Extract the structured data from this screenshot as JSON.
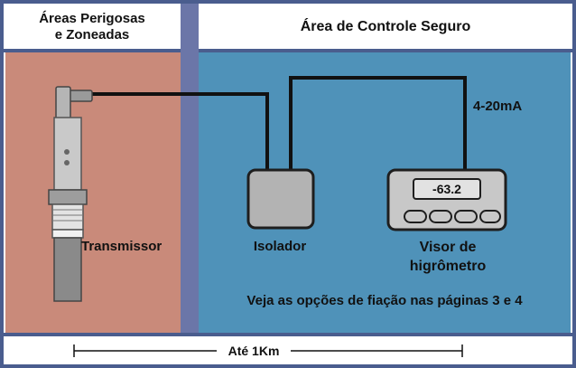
{
  "headers": {
    "hazardous_area": "Áreas Perigosas\ne Zoneadas",
    "safe_area": "Área de Controle Seguro"
  },
  "components": {
    "transmitter": "Transmissor",
    "isolator": "Isolador",
    "display": "Visor de\nhigrômetro",
    "display_reading": "-63.2"
  },
  "signal_label": "4-20mA",
  "wiring_note": "Veja as opções de fiação nas páginas 3 e 4",
  "distance_label": "Até 1Km",
  "colors": {
    "hazardous": "#c98a7a",
    "safe": "#4f92b9",
    "divider": "#6b76a8",
    "frame": "#4a5d8e"
  }
}
